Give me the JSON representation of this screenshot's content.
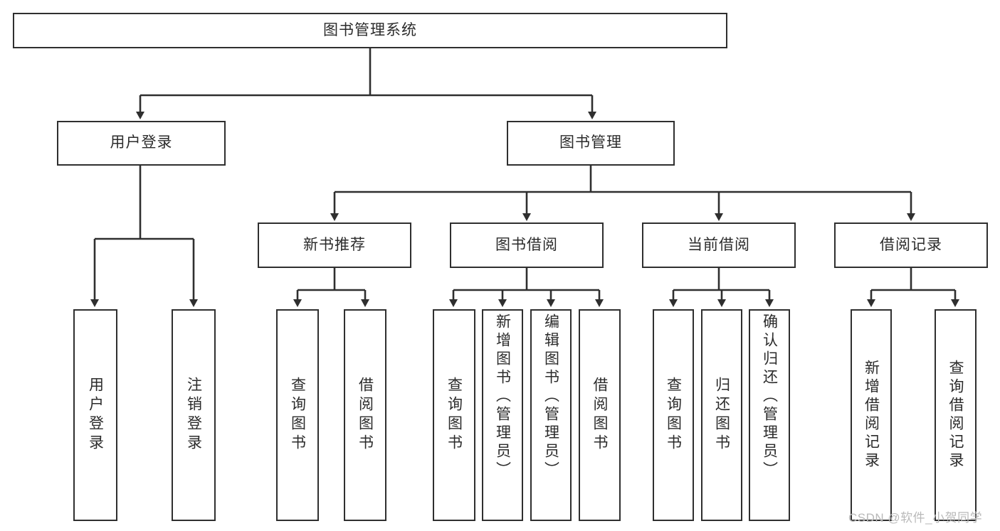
{
  "diagram": {
    "title": "图书管理系统",
    "type": "hierarchy-tree",
    "root": {
      "id": "root",
      "label": "图书管理系统"
    },
    "level2": [
      {
        "id": "user-login",
        "label": "用户登录"
      },
      {
        "id": "book-manage",
        "label": "图书管理"
      }
    ],
    "level3": [
      {
        "id": "new-book-recommend",
        "label": "新书推荐",
        "parent": "book-manage"
      },
      {
        "id": "book-borrow",
        "label": "图书借阅",
        "parent": "book-manage"
      },
      {
        "id": "current-borrow",
        "label": "当前借阅",
        "parent": "book-manage"
      },
      {
        "id": "borrow-record",
        "label": "借阅记录",
        "parent": "book-manage"
      }
    ],
    "leaves": [
      {
        "id": "leaf-user-login",
        "label": "用户登录",
        "parent": "user-login"
      },
      {
        "id": "leaf-logout-login",
        "label": "注销登录",
        "parent": "user-login"
      },
      {
        "id": "leaf-query-book-1",
        "label": "查询图书",
        "parent": "new-book-recommend"
      },
      {
        "id": "leaf-borrow-book-1",
        "label": "借阅图书",
        "parent": "new-book-recommend"
      },
      {
        "id": "leaf-query-book-2",
        "label": "查询图书",
        "parent": "book-borrow"
      },
      {
        "id": "leaf-add-book",
        "label": "新增图书（管理员）",
        "parent": "book-borrow"
      },
      {
        "id": "leaf-edit-book",
        "label": "编辑图书（管理员）",
        "parent": "book-borrow"
      },
      {
        "id": "leaf-borrow-book-2",
        "label": "借阅图书",
        "parent": "book-borrow"
      },
      {
        "id": "leaf-query-book-3",
        "label": "查询图书",
        "parent": "current-borrow"
      },
      {
        "id": "leaf-return-book",
        "label": "归还图书",
        "parent": "current-borrow"
      },
      {
        "id": "leaf-confirm-return",
        "label": "确认归还（管理员）",
        "parent": "current-borrow"
      },
      {
        "id": "leaf-add-record",
        "label": "新增借阅记录",
        "parent": "borrow-record"
      },
      {
        "id": "leaf-query-record",
        "label": "查询借阅记录",
        "parent": "borrow-record"
      }
    ]
  },
  "watermark": {
    "text": "CSDN @软件_小贺同学"
  },
  "colors": {
    "border": "#2f2f2f",
    "text": "#2b2b2b",
    "background": "#ffffff",
    "watermark": "#b9b9b9"
  }
}
